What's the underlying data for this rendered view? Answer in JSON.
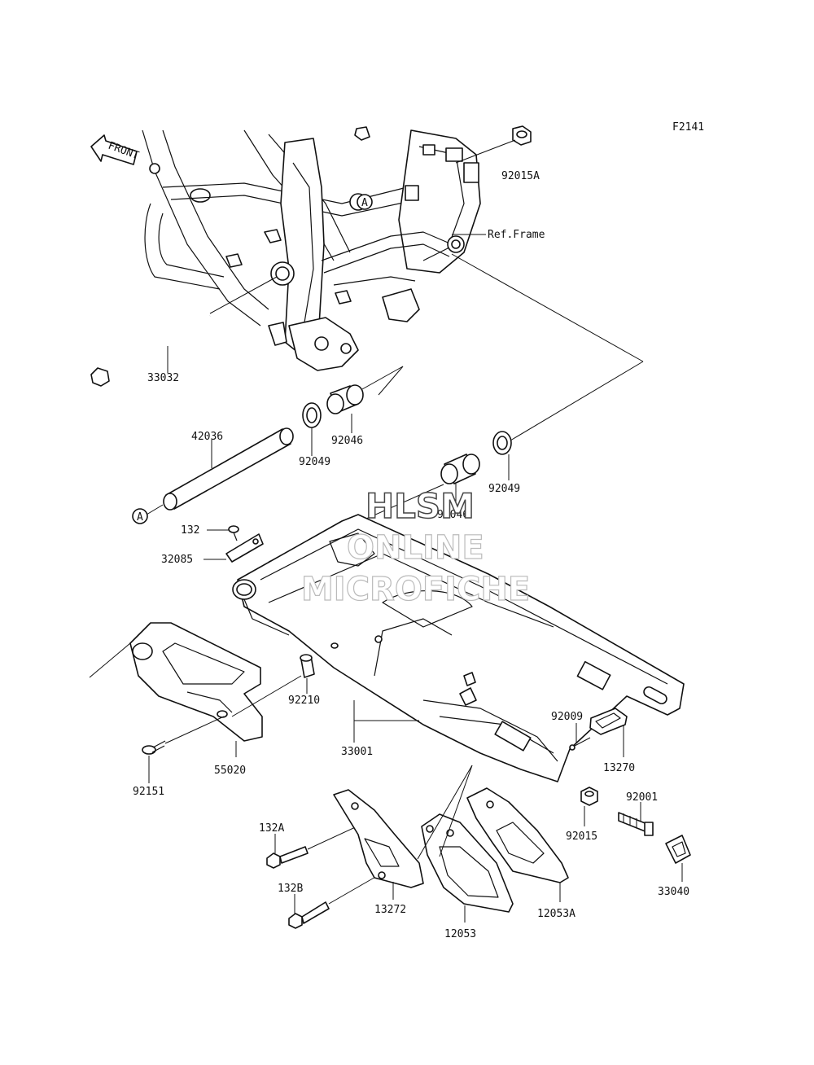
{
  "figure_code": "F2141",
  "front_label": "FRONT",
  "ref_frame_label": "Ref.Frame",
  "callout_a": "A",
  "watermark": {
    "line1": "HLSM",
    "line2": "ONLINE",
    "line3": "MICROFICHE"
  },
  "parts": {
    "p92015A": "92015A",
    "p33032": "33032",
    "p92046a": "92046",
    "p42036": "42036",
    "p92049a": "92049",
    "p92049b": "92049",
    "p92046b": "92046",
    "p132": "132",
    "p32085": "32085",
    "p92210": "92210",
    "p33001": "33001",
    "p55020": "55020",
    "p92151": "92151",
    "p92009": "92009",
    "p13270": "13270",
    "p92001": "92001",
    "p92015": "92015",
    "p33040": "33040",
    "p132A": "132A",
    "p132B": "132B",
    "p13272": "13272",
    "p12053": "12053",
    "p12053A": "12053A"
  }
}
